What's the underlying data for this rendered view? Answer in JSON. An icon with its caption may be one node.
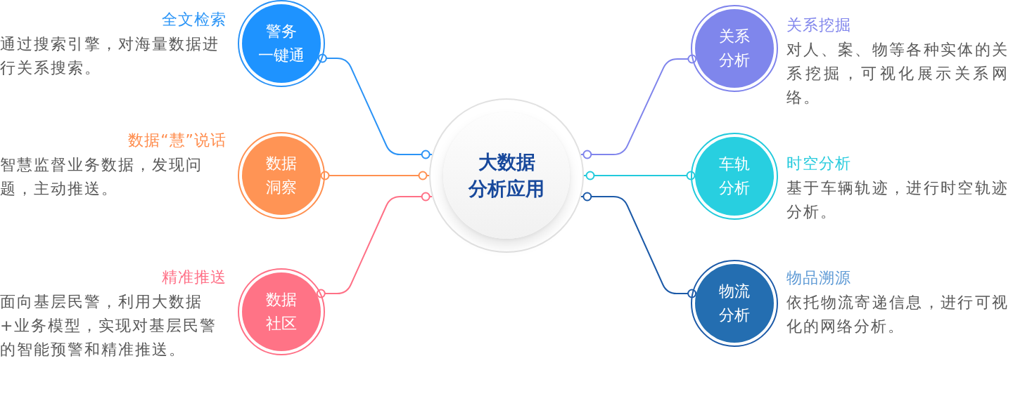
{
  "diagram": {
    "nodes": [
      {
        "text": [
          "警务一键通"
        ],
        "beside": [
          "全文检索",
          "通过搜索引擎，对海量数据进行关系搜索。"
        ]
      },
      {
        "text": [
          "数据洞察"
        ],
        "beside": [
          "数据“慧”说话",
          "智慧监督业务数据，发现问题，主动推送。"
        ]
      },
      {
        "text": [
          "数据社区"
        ],
        "beside": [
          "精准推送",
          "面向基层民警，利用大数据+业务模型，实现对基层民警的智能预警和精准推送。"
        ]
      },
      {
        "text": [
          "大数据分析应用"
        ]
      },
      {
        "text": [
          "关系分析"
        ],
        "beside": [
          "关系挖掘",
          "对人、案、物等各种实体的关系挖掘，可视化展示关系网络。"
        ]
      },
      {
        "text": [
          "车轨分析"
        ],
        "beside": [
          "时空分析",
          "基于车辆轨迹，进行时空轨迹分析。"
        ]
      },
      {
        "text": [
          "物流分析"
        ],
        "beside": [
          "物品溯源",
          "依托物流寄递信息，进行可视化的网络分析。"
        ]
      }
    ],
    "edges": [
      {
        "from": 3,
        "to": 0,
        "arrow": "other",
        "color": "#2b93f6"
      },
      {
        "from": 3,
        "to": 1,
        "arrow": "other",
        "color": "#ff9050"
      },
      {
        "from": 3,
        "to": 2,
        "arrow": "other",
        "color": "#ff7086"
      },
      {
        "from": 3,
        "to": 4,
        "arrow": "other",
        "color": "#7f84ec"
      },
      {
        "from": 3,
        "to": 5,
        "arrow": "other",
        "color": "#22cadc"
      },
      {
        "from": 3,
        "to": 6,
        "arrow": "other",
        "color": "#1c5aa8"
      }
    ]
  }
}
